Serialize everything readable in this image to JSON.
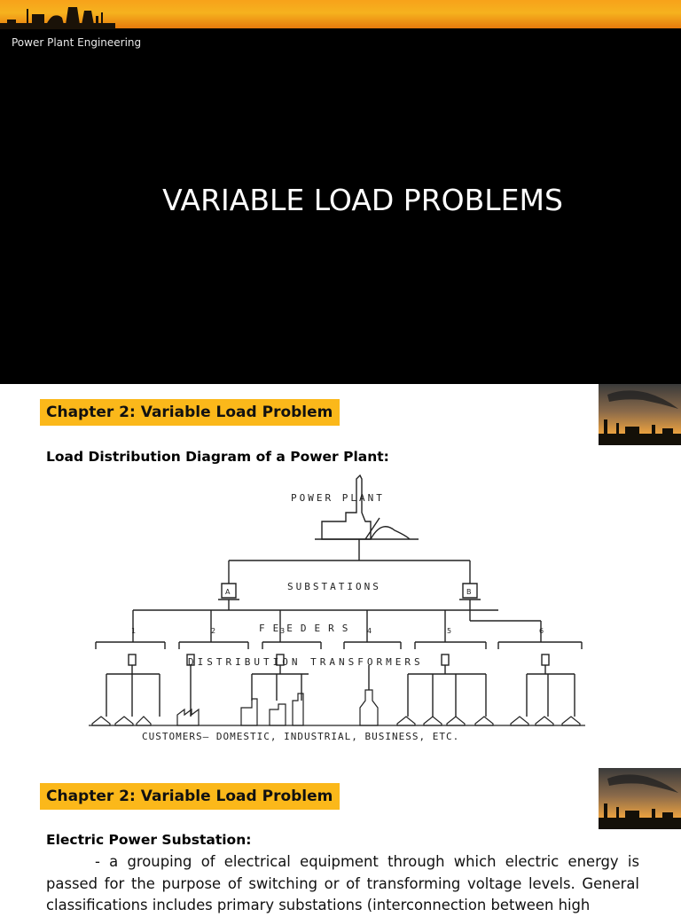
{
  "slide1": {
    "subtitle": "Power Plant Engineering",
    "title": "VARIABLE LOAD PROBLEMS"
  },
  "slide2": {
    "chapter_label": "Chapter 2: Variable Load Problem",
    "heading": "Load Distribution Diagram of a Power Plant:",
    "diagram": {
      "power_plant": "POWER PLANT",
      "substations": "SUBSTATIONS",
      "feeders": "FEEDERS",
      "distribution": "DISTRIBUTION TRANSFORMERS",
      "customers": "CUSTOMERS— DOMESTIC, INDUSTRIAL, BUSINESS, ETC.",
      "substation_a": "A",
      "substation_b": "B",
      "feeder_numbers": [
        "1",
        "2",
        "3",
        "4",
        "5",
        "6"
      ]
    }
  },
  "slide3": {
    "chapter_label": "Chapter 2: Variable Load Problem",
    "heading": "Electric Power Substation:",
    "paragraph": "- a grouping of electrical equipment through which  electric energy is passed for the purpose of switching or of transforming voltage levels. General classifications includes primary substations (interconnection between high"
  },
  "colors": {
    "banner_orange": "#f6a21b",
    "chapter_label_bg": "#fbb81a",
    "slide_bg": "#000000"
  }
}
